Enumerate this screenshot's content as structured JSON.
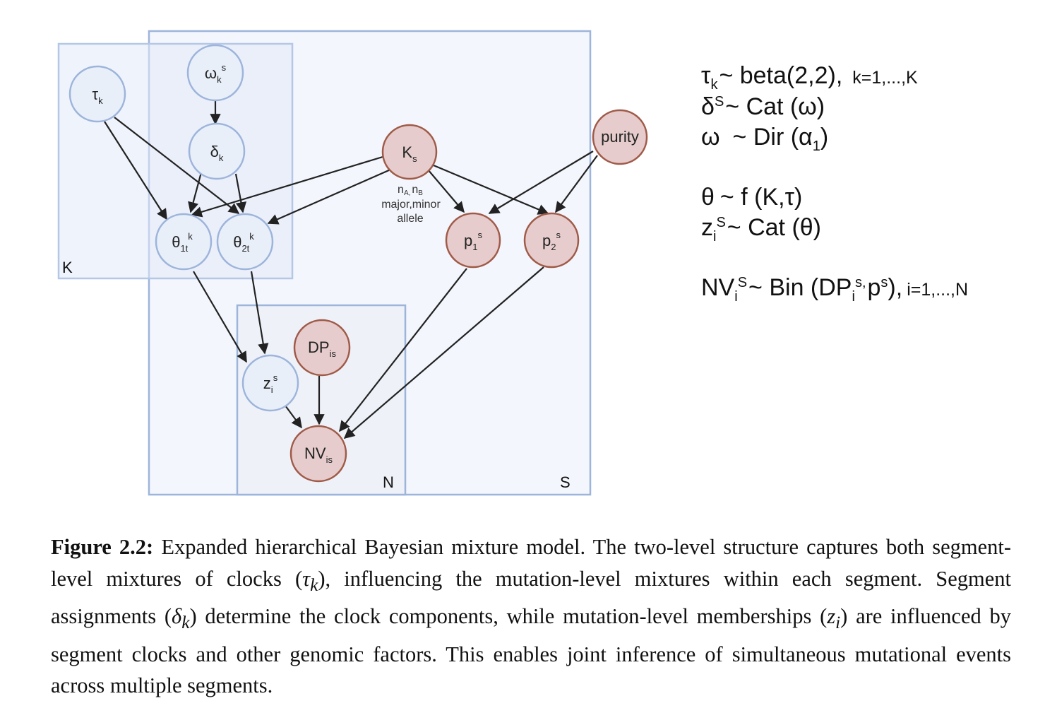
{
  "plates": {
    "k": "K",
    "s": "S",
    "n": "N"
  },
  "nodes": {
    "tau": {
      "base": "τ",
      "sub": "k"
    },
    "omega": {
      "base": "ω",
      "sub": "k",
      "sup": "s"
    },
    "delta": {
      "base": "δ",
      "sub": "k"
    },
    "k_s": {
      "base": "K",
      "sub": "s"
    },
    "purity": {
      "base": "purity"
    },
    "theta1": {
      "base": "θ",
      "sub": "1t",
      "sup": "k"
    },
    "theta2": {
      "base": "θ",
      "sub": "2t",
      "sup": "k"
    },
    "p1": {
      "base": "p",
      "sub": "1",
      "sup": "s"
    },
    "p2": {
      "base": "p",
      "sub": "2",
      "sup": "s"
    },
    "dp": {
      "base": "DP",
      "sub": "is"
    },
    "z": {
      "base": "z",
      "sub": "i",
      "sup": "s"
    },
    "nv": {
      "base": "NV",
      "sub": "is"
    }
  },
  "ks_annotation": {
    "n_a": "n",
    "n_a_sub": "A,",
    "n_b": "n",
    "n_b_sub": "B",
    "line2": "major,minor",
    "line3": "allele"
  },
  "equations": {
    "tau": {
      "sym": "τ",
      "sub": "k",
      "rhs": "~ beta(2,2),",
      "range": "k=1,...,K"
    },
    "delta": {
      "sym": "δ",
      "sup": "S",
      "rhs": "~ Cat (ω)"
    },
    "omega": {
      "lhs": "ω",
      "rhs": "~ Dir (α",
      "sub": "1",
      "close": ")"
    },
    "theta": {
      "lhs": "θ",
      "rhs": "~ f (K,τ)"
    },
    "z": {
      "sym": "z",
      "sub": "i",
      "sup": "S",
      "rhs": "~ Cat (θ)"
    },
    "nv": {
      "sym": "NV",
      "sub": "i",
      "sup": "S",
      "rhs": "~ Bin (DP",
      "dp_sub": "i",
      "dp_sup": "s,",
      "p": "p",
      "p_sup": "s",
      "close": "),",
      "range": "i=1,...,N"
    }
  },
  "caption": {
    "label": "Figure 2.2:",
    "p1": "Expanded hierarchical Bayesian mixture model. The two-level structure captures both segment-level mixtures of clocks (",
    "tau": "τ",
    "tau_sub": "k",
    "p2": "), influencing the mutation-level mixtures within each segment. Segment assignments (",
    "delta": "δ",
    "delta_sub": "k",
    "p3": ") determine the clock components, while mutation-level memberships (",
    "z": "z",
    "z_sub": "i",
    "p4": ") are influenced by segment clocks and other genomic factors. This enables joint inference of simultaneous mutational events across multiple segments."
  }
}
